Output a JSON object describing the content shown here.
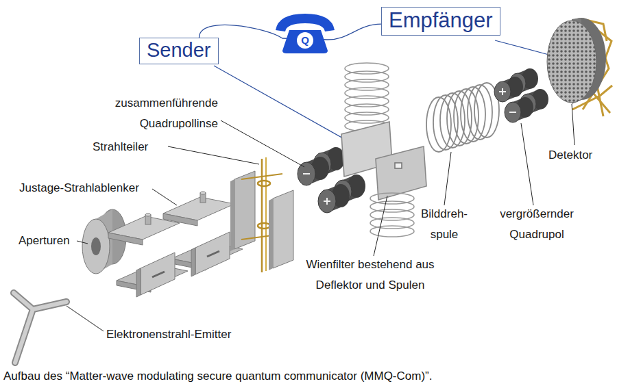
{
  "diagram": {
    "caption": "Aufbau des “Matter-wave modulating secure quantum communicator (MMQ-Com)”.",
    "nodes": [
      {
        "text": [
          "Sender"
        ]
      },
      {
        "text": [
          "Empfänger"
        ]
      }
    ],
    "edges": [
      {
        "from": 0,
        "to": 1,
        "arrow": "none"
      }
    ],
    "labels": [
      "zusammenführende Quadrupollinse",
      "Strahlteiler",
      "Justage-Strahlablenker",
      "Aperturen",
      "Elektronenstrahl-Emitter",
      "Wienfilter bestehend aus Deflektor und Spulen",
      "Bilddreh- spule",
      "vergrößernder Quadrupol",
      "Detektor",
      "Q"
    ]
  }
}
